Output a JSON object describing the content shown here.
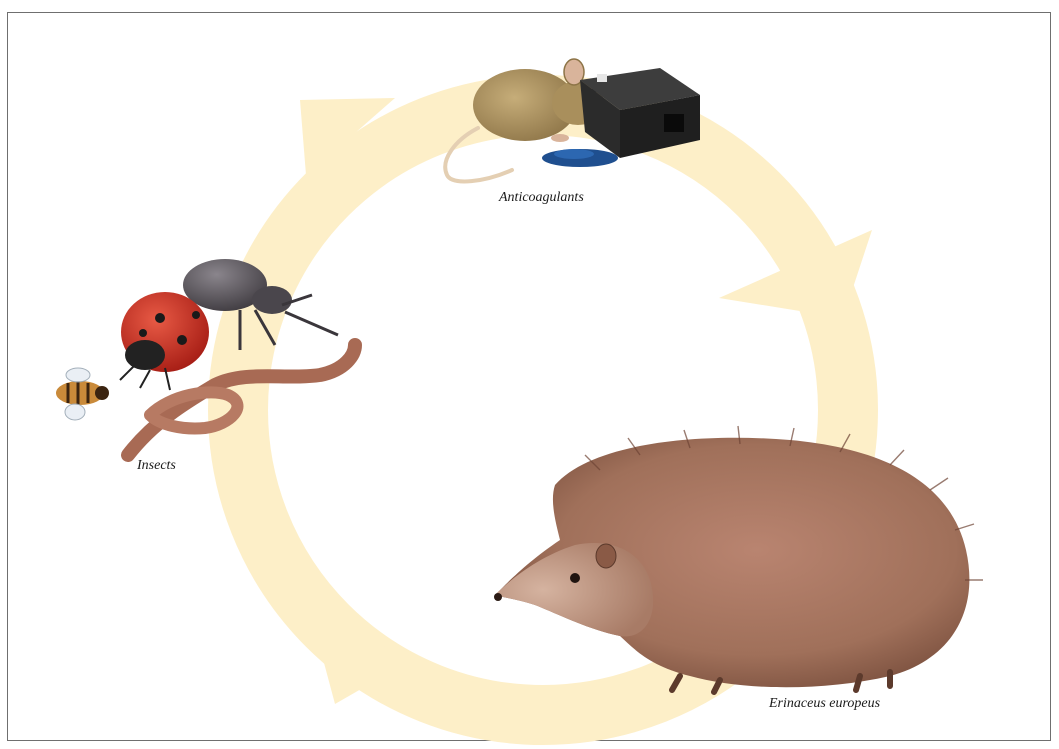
{
  "labels": {
    "anticoagulants": "Anticoagulants",
    "insects": "Insects",
    "erinaceus": "Erinaceus europeus"
  },
  "colors": {
    "cycle_arrow": "#fdefc8",
    "hedgehog_fur": "#a0705a",
    "mouse_fur": "#a98f5c",
    "bait_box": "#2b2b2b",
    "bait_pellets": "#1f4f8f",
    "ladybird": "#c8291f",
    "beetle": "#4a464c",
    "worm": "#a86a54",
    "bee": "#c98a3a"
  },
  "icons": [
    "mouse-illustration",
    "bait-station-illustration",
    "bait-pellets-illustration",
    "ladybird-illustration",
    "beetle-illustration",
    "bee-illustration",
    "earthworm-illustration",
    "hedgehog-illustration"
  ]
}
